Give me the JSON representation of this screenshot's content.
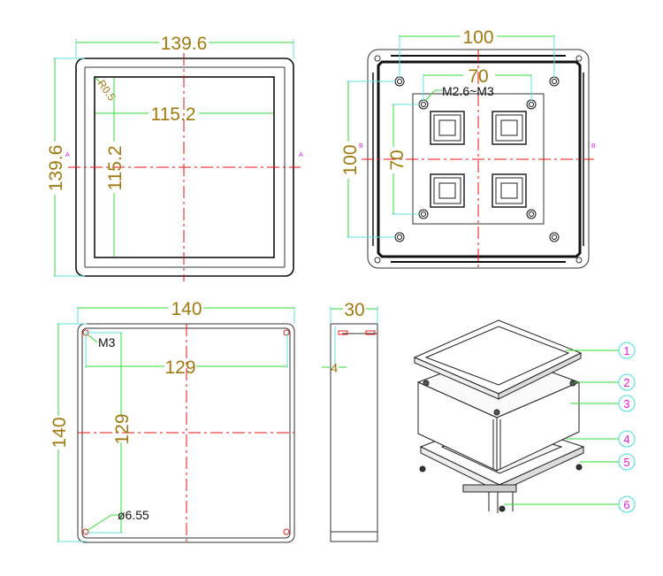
{
  "colors": {
    "outline": "#111111",
    "dimension_line": "#33dd33",
    "extension_line": "#66e0e0",
    "centerline": "#ee1111",
    "dimension_text": "#a07a10",
    "callout_number": "#e020e0",
    "callout_circle": "#44dddd"
  },
  "top_view": {
    "width": "139.6",
    "height": "139.6",
    "inner_width": "115.2",
    "inner_height": "115.2",
    "radius": "R0.5",
    "section_mark": "A"
  },
  "bottom_view": {
    "hole_spacing_outer_x": "100",
    "hole_spacing_outer_y": "100",
    "hole_spacing_inner_x": "70",
    "hole_spacing_inner_y": "70",
    "screw_label": "M2.6~M3",
    "section_mark": "B"
  },
  "box_view": {
    "width": "140",
    "height": "140",
    "hole_spacing_x": "129",
    "hole_spacing_y": "129",
    "screw_label": "M3",
    "boss_diameter": "ø6.55"
  },
  "side_view": {
    "depth": "30",
    "lid_depth": "4"
  },
  "exploded_view": {
    "callouts": [
      "1",
      "2",
      "3",
      "4",
      "5",
      "6"
    ]
  }
}
